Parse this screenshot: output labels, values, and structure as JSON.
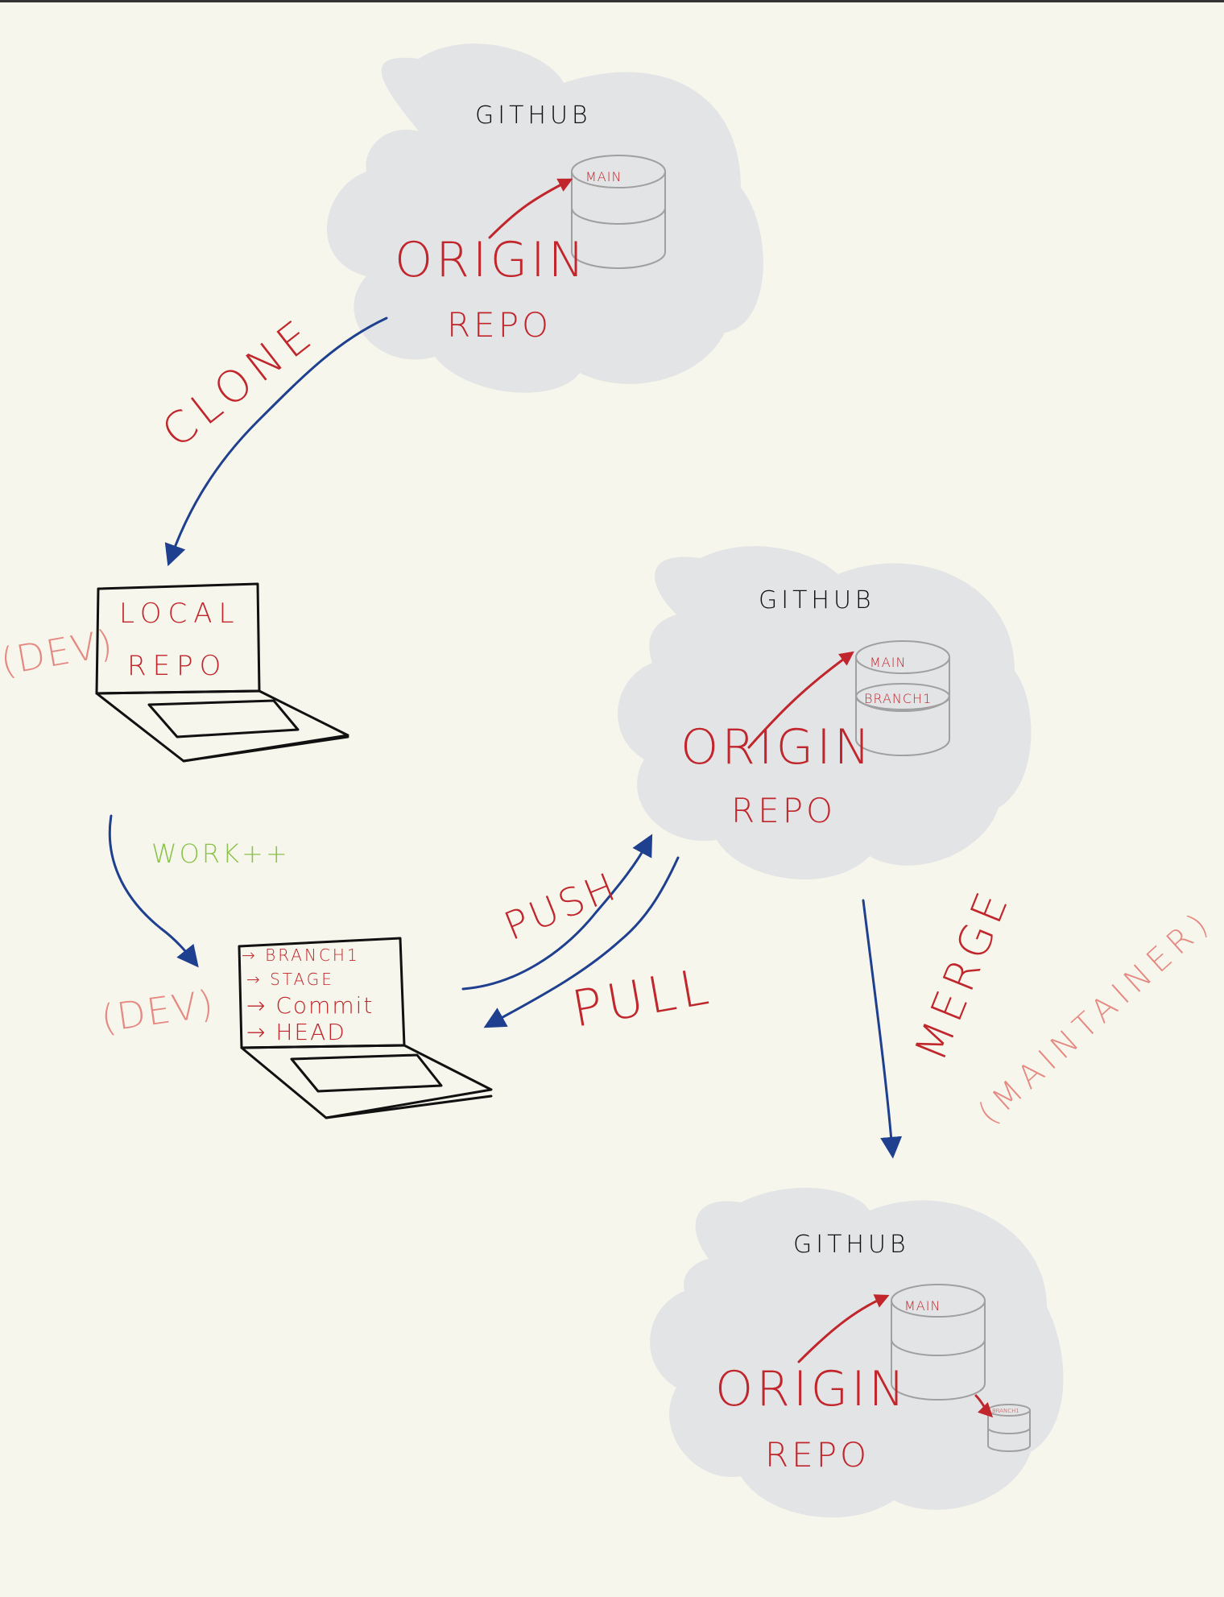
{
  "top_cloud": {
    "platform": "GITHUB",
    "origin": "ORIGIN",
    "repo": "REPO",
    "db_label": "MAIN"
  },
  "clone_label": "CLONE",
  "local_laptop": {
    "line1": "LOCAL",
    "line2": "REPO",
    "dev": "(DEV)"
  },
  "work_label": "WORK++",
  "branch_laptop": {
    "step1": "→ BRANCH1",
    "step2": "→ STAGE",
    "step3": "→ Commit",
    "step4": "→ HEAD",
    "dev": "(DEV)"
  },
  "push_label": "PUSH",
  "pull_label": "PULL",
  "middle_cloud": {
    "platform": "GITHUB",
    "origin": "ORIGIN",
    "repo": "REPO",
    "db_label_main": "MAIN",
    "db_label_branch": "BRANCH1"
  },
  "merge_label": "MERGE",
  "maintainer_label": "(MAINTAINER)",
  "bottom_cloud": {
    "platform": "GITHUB",
    "origin": "ORIGIN",
    "repo": "REPO",
    "db_label_main": "MAIN",
    "db_label_branch": "BRANCH1"
  },
  "colors": {
    "background": "#f6f6ec",
    "cloud": "#e3e4e6",
    "red_ink": "#c0262b",
    "blue_ink": "#1f3f8f",
    "pink_ink": "#e58a82",
    "green_ink": "#8bc34a"
  }
}
